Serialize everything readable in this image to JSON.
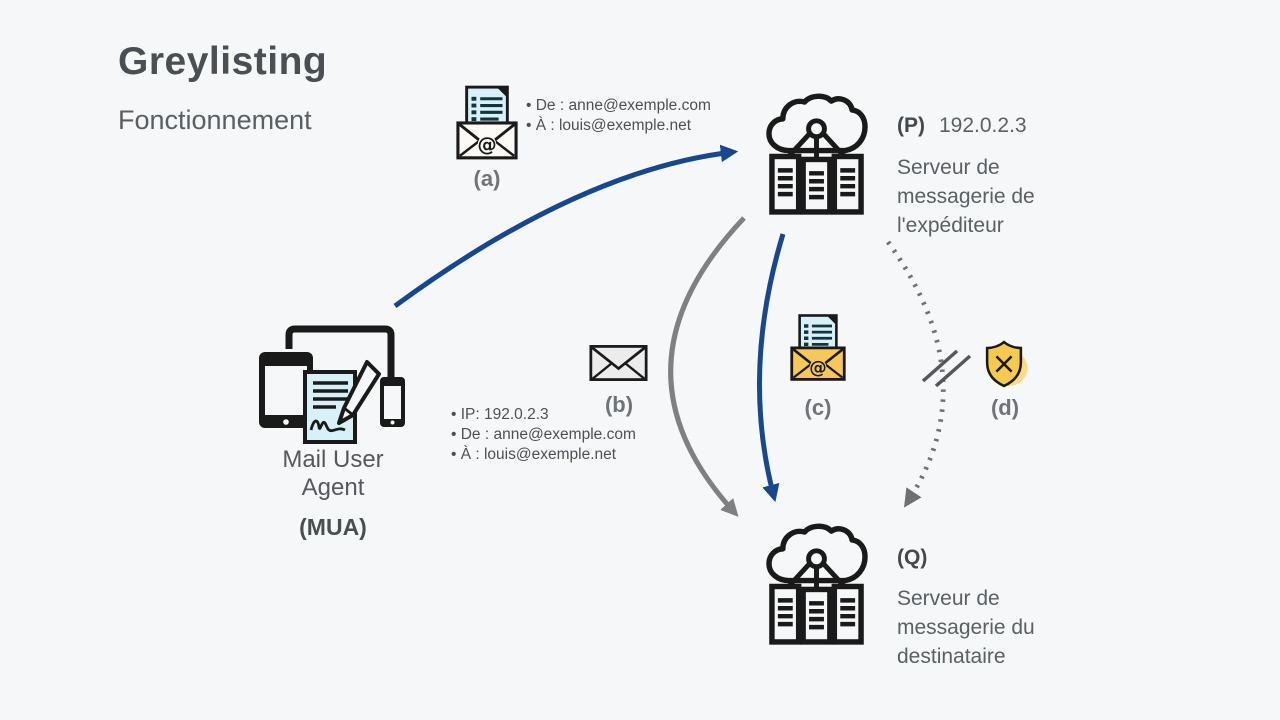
{
  "title": "Greylisting",
  "subtitle": "Fonctionnement",
  "labels": {
    "a": "(a)",
    "b": "(b)",
    "c": "(c)",
    "d": "(d)"
  },
  "mua": {
    "name": "Mail User Agent",
    "code": "(MUA)"
  },
  "server_p": {
    "code": "(P)",
    "ip": "192.0.2.3",
    "description": "Serveur de messagerie de l'expéditeur"
  },
  "server_q": {
    "code": "(Q)",
    "description": "Serveur de messagerie du destinataire"
  },
  "annotations": {
    "a": [
      "• De : anne@exemple.com",
      "• À : louis@exemple.net"
    ],
    "b": [
      "• IP: 192.0.2.3",
      "• De : anne@exemple.com",
      "• À : louis@exemple.net"
    ]
  },
  "colors": {
    "background": "#f6f7f8",
    "arrow_blue": "#17478f",
    "arrow_grey": "#7e8083",
    "dotted_grey": "#6e7174",
    "slash_grey": "#54585c",
    "icon_paper": "#d8f0f8",
    "envelope_white": "#fbfaf5",
    "envelope_grey": "#ececec",
    "envelope_yellow": "#f6c85c",
    "shield_yellow": "#f6c94f",
    "shield_blob": "#fbdc84",
    "icon_ink": "#1a1a1a"
  }
}
